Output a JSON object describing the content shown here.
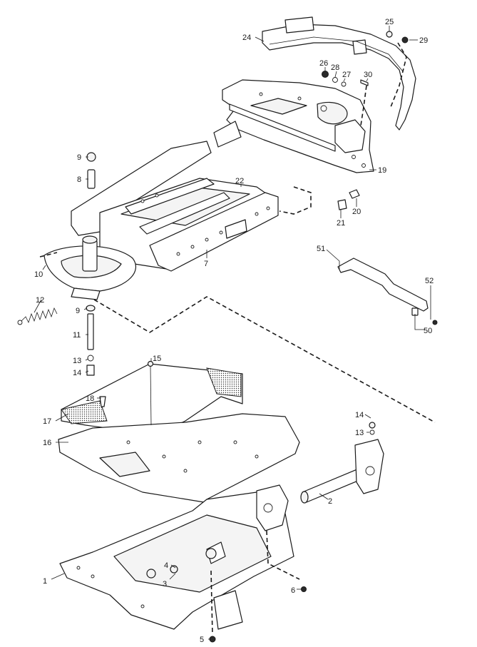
{
  "callouts": [
    {
      "id": "c1",
      "label": "1"
    },
    {
      "id": "c2",
      "label": "2"
    },
    {
      "id": "c3",
      "label": "3"
    },
    {
      "id": "c4",
      "label": "4"
    },
    {
      "id": "c5",
      "label": "5"
    },
    {
      "id": "c6",
      "label": "6"
    },
    {
      "id": "c7",
      "label": "7"
    },
    {
      "id": "c8",
      "label": "8"
    },
    {
      "id": "c9a",
      "label": "9"
    },
    {
      "id": "c9b",
      "label": "9"
    },
    {
      "id": "c10",
      "label": "10"
    },
    {
      "id": "c11",
      "label": "11"
    },
    {
      "id": "c12",
      "label": "12"
    },
    {
      "id": "c13a",
      "label": "13"
    },
    {
      "id": "c13b",
      "label": "13"
    },
    {
      "id": "c14a",
      "label": "14"
    },
    {
      "id": "c14b",
      "label": "14"
    },
    {
      "id": "c15",
      "label": "15"
    },
    {
      "id": "c16",
      "label": "16"
    },
    {
      "id": "c17",
      "label": "17"
    },
    {
      "id": "c18",
      "label": "18"
    },
    {
      "id": "c19",
      "label": "19"
    },
    {
      "id": "c20",
      "label": "20"
    },
    {
      "id": "c21",
      "label": "21"
    },
    {
      "id": "c22",
      "label": "22"
    },
    {
      "id": "c24",
      "label": "24"
    },
    {
      "id": "c25",
      "label": "25"
    },
    {
      "id": "c26",
      "label": "26"
    },
    {
      "id": "c27",
      "label": "27"
    },
    {
      "id": "c28",
      "label": "28"
    },
    {
      "id": "c29",
      "label": "29"
    },
    {
      "id": "c30",
      "label": "30"
    },
    {
      "id": "c50",
      "label": "50"
    },
    {
      "id": "c51",
      "label": "51"
    },
    {
      "id": "c52",
      "label": "52"
    }
  ]
}
